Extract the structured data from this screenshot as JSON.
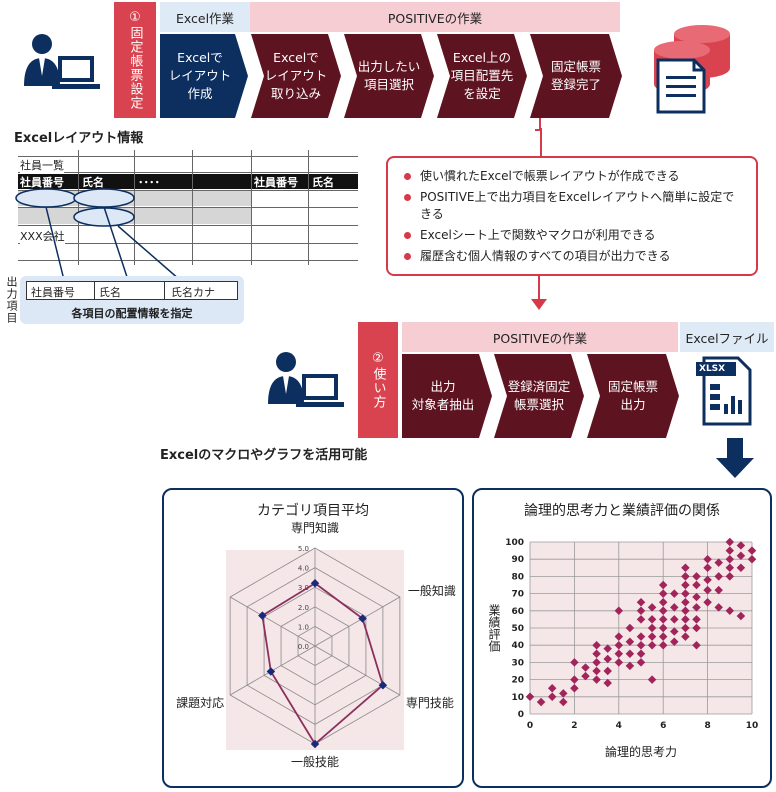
{
  "top": {
    "step_label": "①固定帳票設定",
    "header_excel": "Excel作業",
    "header_positive": "POSITIVEの作業",
    "steps": [
      "Excelで\nレイアウト\n作成",
      "Excelで\nレイアウト\n取り込み",
      "出力したい\n項目選択",
      "Excel上の\n項目配置先\nを設定",
      "固定帳票\n登録完了"
    ]
  },
  "layout": {
    "title": "Excelレイアウト情報",
    "row1_label": "社員一覧",
    "header_cells": [
      "社員番号",
      "氏名",
      "････",
      "社員番号",
      "氏名"
    ],
    "row_company": "XXX会社",
    "side_label": "出力項目",
    "field_cells": [
      "社員番号",
      "氏名",
      "氏名カナ"
    ],
    "field_caption": "各項目の配置情報を指定"
  },
  "features": [
    "使い慣れたExcelで帳票レイアウトが作成できる",
    "POSITIVE上で出力項目をExcelレイアウトへ簡単に設定できる",
    "Excelシート上で関数やマクロが利用できる",
    "履歴含む個人情報のすべての項目が出力できる"
  ],
  "bottom": {
    "step_label": "②使い方",
    "header_positive": "POSITIVEの作業",
    "header_excel": "Excelファイル",
    "steps": [
      "出力\n対象者抽出",
      "登録済固定\n帳票選択",
      "固定帳票\n出力"
    ],
    "xlsx_label": "XLSX"
  },
  "macro_caption": "Excelのマクロやグラフを活用可能",
  "chart_data": [
    {
      "type": "radar",
      "title": "カテゴリ項目平均",
      "axes": [
        "専門知識",
        "一般知識",
        "専門技能",
        "一般技能",
        "課題対応"
      ],
      "rlim": [
        0,
        5
      ],
      "ticks": [
        "0.0",
        "1.0",
        "2.0",
        "3.0",
        "4.0",
        "5.0"
      ],
      "series": [
        {
          "values": [
            3.2,
            2.8,
            4.0,
            5.0,
            2.6,
            3.1
          ]
        }
      ],
      "axis_positions": [
        "top",
        "upper-right",
        "lower-right",
        "bottom",
        "lower-left",
        "upper-left"
      ]
    },
    {
      "type": "scatter",
      "title": "論理的思考力と業績評価の関係",
      "xlabel": "論理的思考力",
      "ylabel": "業績評価",
      "xlim": [
        0,
        10
      ],
      "ylim": [
        0,
        100
      ],
      "xticks": [
        "0",
        "2",
        "4",
        "6",
        "8",
        "10"
      ],
      "yticks": [
        "0",
        "10",
        "20",
        "30",
        "40",
        "50",
        "60",
        "70",
        "80",
        "90",
        "100"
      ],
      "points": [
        [
          0,
          10
        ],
        [
          0.5,
          7
        ],
        [
          1,
          15
        ],
        [
          1,
          10
        ],
        [
          1.5,
          12
        ],
        [
          1.5,
          7
        ],
        [
          2,
          30
        ],
        [
          2,
          20
        ],
        [
          2,
          15
        ],
        [
          2.5,
          27
        ],
        [
          2.5,
          22
        ],
        [
          3,
          40
        ],
        [
          3,
          35
        ],
        [
          3,
          30
        ],
        [
          3,
          25
        ],
        [
          3,
          20
        ],
        [
          3.5,
          38
        ],
        [
          3.5,
          32
        ],
        [
          3.5,
          25
        ],
        [
          3.5,
          18
        ],
        [
          4,
          45
        ],
        [
          4,
          40
        ],
        [
          4,
          35
        ],
        [
          4,
          30
        ],
        [
          4,
          60
        ],
        [
          4.5,
          50
        ],
        [
          4.5,
          42
        ],
        [
          4.5,
          35
        ],
        [
          4.5,
          28
        ],
        [
          5,
          65
        ],
        [
          5,
          60
        ],
        [
          5,
          55
        ],
        [
          5,
          45
        ],
        [
          5,
          40
        ],
        [
          5,
          35
        ],
        [
          5,
          30
        ],
        [
          5.5,
          62
        ],
        [
          5.5,
          55
        ],
        [
          5.5,
          50
        ],
        [
          5.5,
          45
        ],
        [
          5.5,
          40
        ],
        [
          5.5,
          20
        ],
        [
          6,
          75
        ],
        [
          6,
          70
        ],
        [
          6,
          65
        ],
        [
          6,
          60
        ],
        [
          6,
          55
        ],
        [
          6,
          50
        ],
        [
          6,
          45
        ],
        [
          6,
          40
        ],
        [
          6.5,
          70
        ],
        [
          6.5,
          62
        ],
        [
          6.5,
          55
        ],
        [
          6.5,
          48
        ],
        [
          6.5,
          42
        ],
        [
          7,
          85
        ],
        [
          7,
          80
        ],
        [
          7,
          75
        ],
        [
          7,
          70
        ],
        [
          7,
          65
        ],
        [
          7,
          60
        ],
        [
          7,
          55
        ],
        [
          7,
          50
        ],
        [
          7,
          45
        ],
        [
          7.5,
          80
        ],
        [
          7.5,
          75
        ],
        [
          7.5,
          68
        ],
        [
          7.5,
          62
        ],
        [
          7.5,
          55
        ],
        [
          7.5,
          50
        ],
        [
          7.5,
          40
        ],
        [
          8,
          90
        ],
        [
          8,
          85
        ],
        [
          8,
          78
        ],
        [
          8,
          72
        ],
        [
          8,
          65
        ],
        [
          8.5,
          88
        ],
        [
          8.5,
          80
        ],
        [
          8.5,
          72
        ],
        [
          8.5,
          62
        ],
        [
          9,
          100
        ],
        [
          9,
          95
        ],
        [
          9,
          90
        ],
        [
          9,
          85
        ],
        [
          9,
          80
        ],
        [
          9,
          60
        ],
        [
          9.5,
          98
        ],
        [
          9.5,
          92
        ],
        [
          9.5,
          85
        ],
        [
          9.5,
          57
        ],
        [
          10,
          95
        ],
        [
          10,
          90
        ]
      ]
    }
  ]
}
